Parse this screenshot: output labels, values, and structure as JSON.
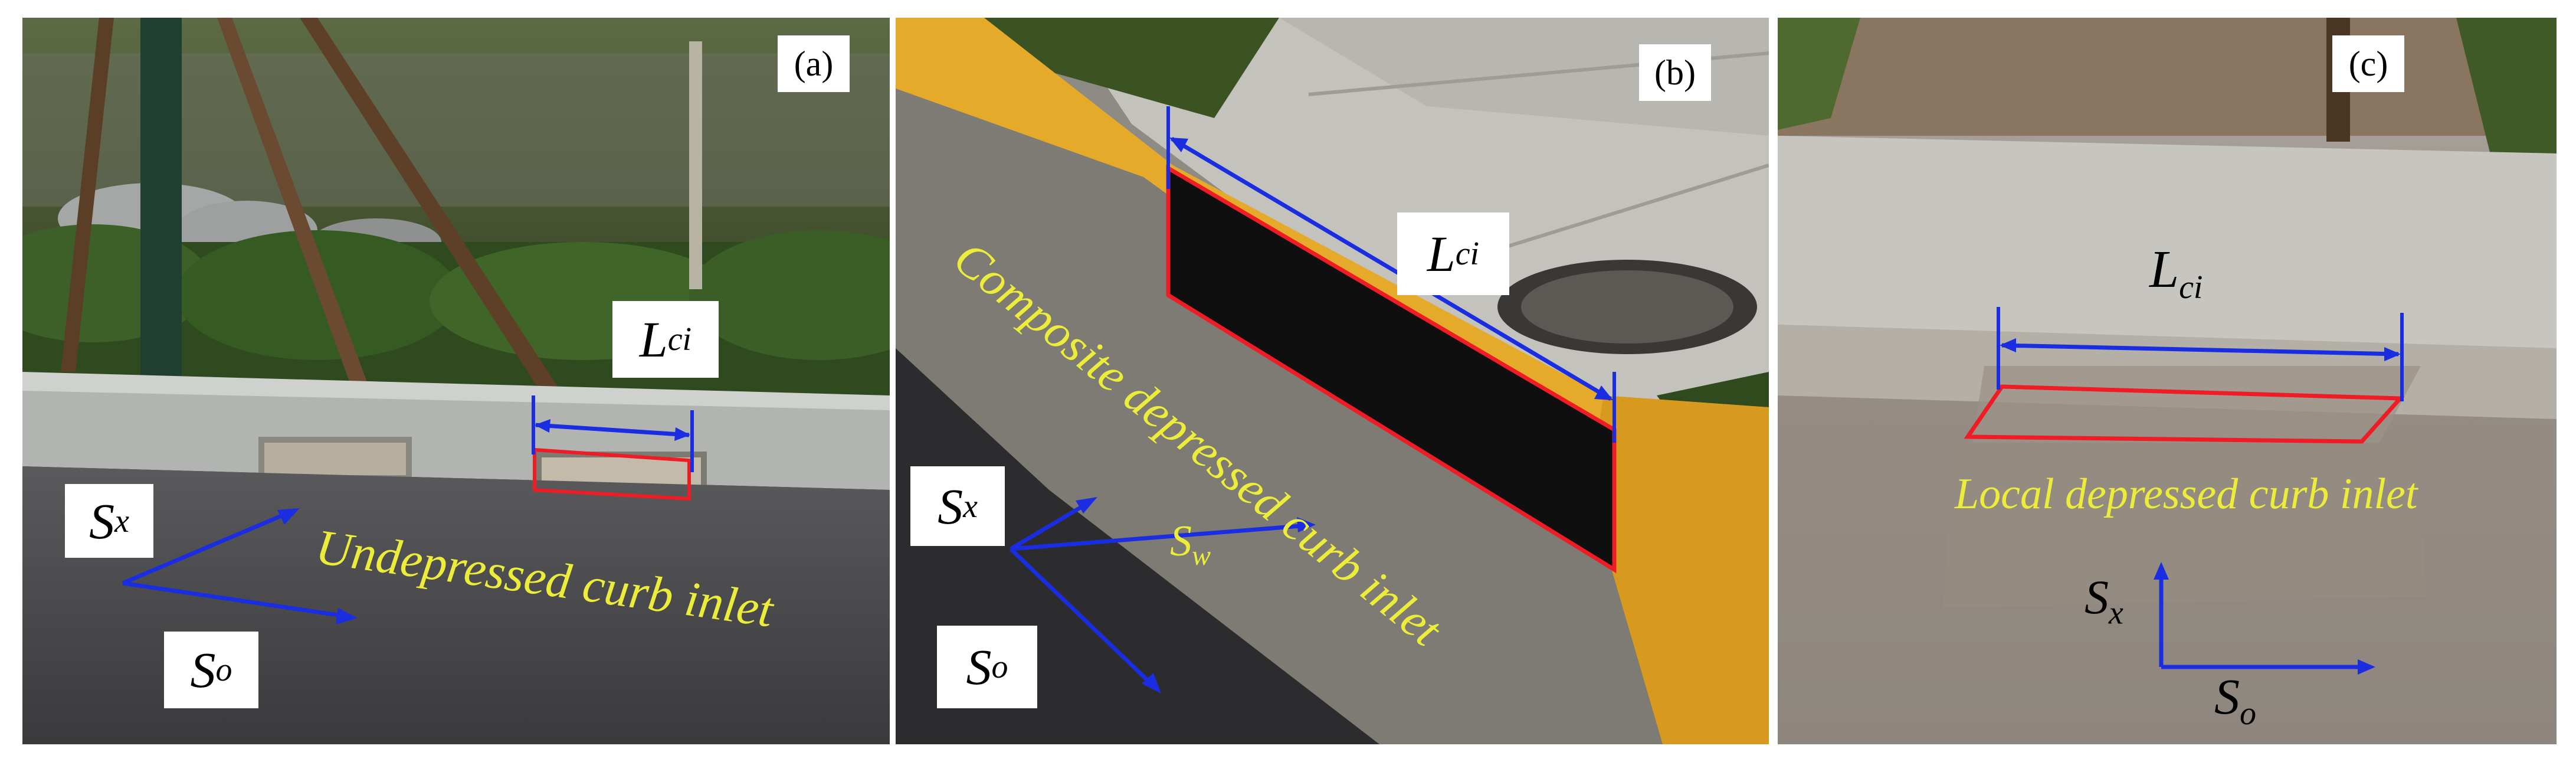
{
  "panels": [
    {
      "tag": "(a)",
      "caption": "Undepressed curb inlet",
      "length_symbol": "L",
      "length_sub": "ci",
      "cross_slope_symbol": "S",
      "cross_slope_sub": "x",
      "long_slope_symbol": "S",
      "long_slope_sub": "o"
    },
    {
      "tag": "(b)",
      "caption": "Composite depressed curb inlet",
      "length_symbol": "L",
      "length_sub": "ci",
      "cross_slope_symbol": "S",
      "cross_slope_sub": "x",
      "gutter_slope_symbol": "S",
      "gutter_slope_sub": "w",
      "long_slope_symbol": "S",
      "long_slope_sub": "o"
    },
    {
      "tag": "(c)",
      "caption": "Local depressed curb inlet",
      "length_symbol": "L",
      "length_sub": "ci",
      "cross_slope_symbol": "S",
      "cross_slope_sub": "x",
      "long_slope_symbol": "S",
      "long_slope_sub": "o"
    }
  ],
  "colors": {
    "outline": "#ee1c24",
    "arrow": "#1a2de0",
    "caption": "#ecec3a"
  }
}
